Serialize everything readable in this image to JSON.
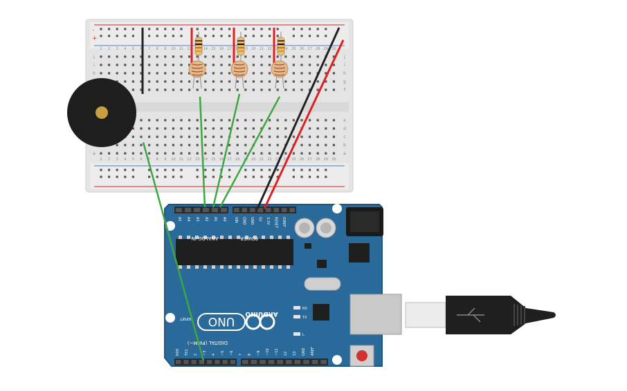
{
  "breadboard": {
    "column_numbers": [
      "1",
      "2",
      "3",
      "4",
      "5",
      "6",
      "7",
      "8",
      "9",
      "10",
      "11",
      "12",
      "13",
      "14",
      "15",
      "16",
      "17",
      "18",
      "19",
      "20",
      "21",
      "22",
      "23",
      "24",
      "25",
      "26",
      "27",
      "28",
      "29",
      "30"
    ],
    "row_letters_top": [
      "j",
      "i",
      "h",
      "g",
      "f"
    ],
    "row_letters_bottom": [
      "e",
      "d",
      "c",
      "b",
      "a"
    ],
    "rail_plus": "+",
    "rail_minus": "-"
  },
  "arduino": {
    "analog_pins": [
      "A5",
      "A4",
      "A3",
      "A2",
      "A1",
      "A0"
    ],
    "analog_header": "ANALOG IN",
    "power_pins": [
      "VIN",
      "GND",
      "GND",
      "5V",
      "3.3V",
      "RESET",
      "IOREF"
    ],
    "power_header": "POWER",
    "logo_text": "UNO",
    "brand_text": "ARDUINO",
    "digital_header": "DIGITAL (PWM~)",
    "digital_pins": [
      "RX0",
      "TX1",
      "2",
      "~3",
      "4",
      "~5",
      "~6",
      "7",
      "8",
      "~9",
      "~10",
      "~11",
      "12",
      "13",
      "GND",
      "AREF"
    ],
    "led_labels": [
      "RX",
      "TX",
      "L"
    ],
    "reset_label": "RESET",
    "colors": {
      "board": "#2a6a9a",
      "board_edge": "#1d5680",
      "header": "#2b2b2b",
      "silk": "#ffffff"
    }
  },
  "wires": {
    "colors": {
      "signal": "#3da641",
      "power": "#e02020",
      "ground": "#222222"
    }
  },
  "components": {
    "resistor_count": 3,
    "photoresistor_count": 3,
    "buzzer": "piezo",
    "usb_cable": "usb-b"
  }
}
